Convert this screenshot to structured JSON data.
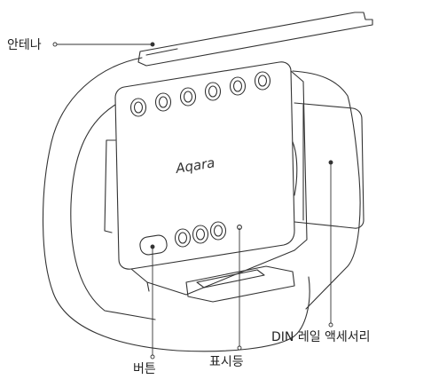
{
  "labels": {
    "antenna": "안테나",
    "din_rail": "DIN 레일 액세서리",
    "button": "버튼",
    "indicator": "표시등"
  },
  "brand": {
    "logo_text": "Aqara"
  },
  "colors": {
    "line": "#333333",
    "surface": "#ffffff",
    "text": "#222222"
  }
}
